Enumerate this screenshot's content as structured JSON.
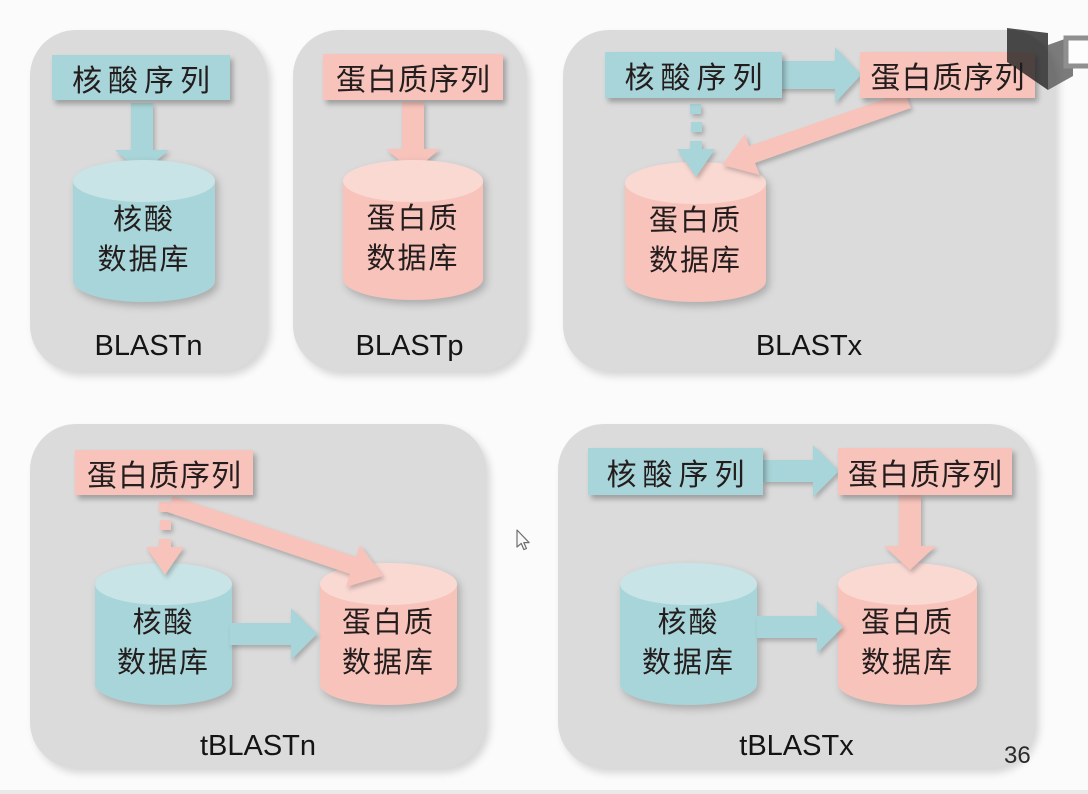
{
  "colors": {
    "background": "#fbfbfb",
    "panel": "#dbdbdb",
    "blue": "#a8d5d9",
    "blue_light": "#c8e4e6",
    "pink": "#f7c3bb",
    "pink_light": "#fbd9d3",
    "diagram_text": "#241d1d",
    "label_text": "#141414"
  },
  "page": {
    "number": "36"
  },
  "icons": {
    "watermark": "video-watermark-logo",
    "cursor": "mouse-pointer",
    "arrows": [
      "down-block-arrow",
      "right-block-arrow",
      "dashed-down-arrow",
      "diagonal-block-arrow"
    ]
  },
  "panels": [
    {
      "title": "BLASTn",
      "seq_box": "核酸序列",
      "db": {
        "line1": "核酸",
        "line2": "数据库"
      }
    },
    {
      "title": "BLASTp",
      "seq_box": "蛋白质序列",
      "db": {
        "line1": "蛋白质",
        "line2": "数据库"
      }
    },
    {
      "title": "BLASTx",
      "seq_nucleic": "核酸序列",
      "seq_protein": "蛋白质序列",
      "db": {
        "line1": "蛋白质",
        "line2": "数据库"
      }
    },
    {
      "title": "tBLASTn",
      "seq_protein": "蛋白质序列",
      "db_nucleic": {
        "line1": "核酸",
        "line2": "数据库"
      },
      "db_protein": {
        "line1": "蛋白质",
        "line2": "数据库"
      }
    },
    {
      "title": "tBLASTx",
      "seq_nucleic": "核酸序列",
      "seq_protein": "蛋白质序列",
      "db_nucleic": {
        "line1": "核酸",
        "line2": "数据库"
      },
      "db_protein": {
        "line1": "蛋白质",
        "line2": "数据库"
      }
    }
  ]
}
